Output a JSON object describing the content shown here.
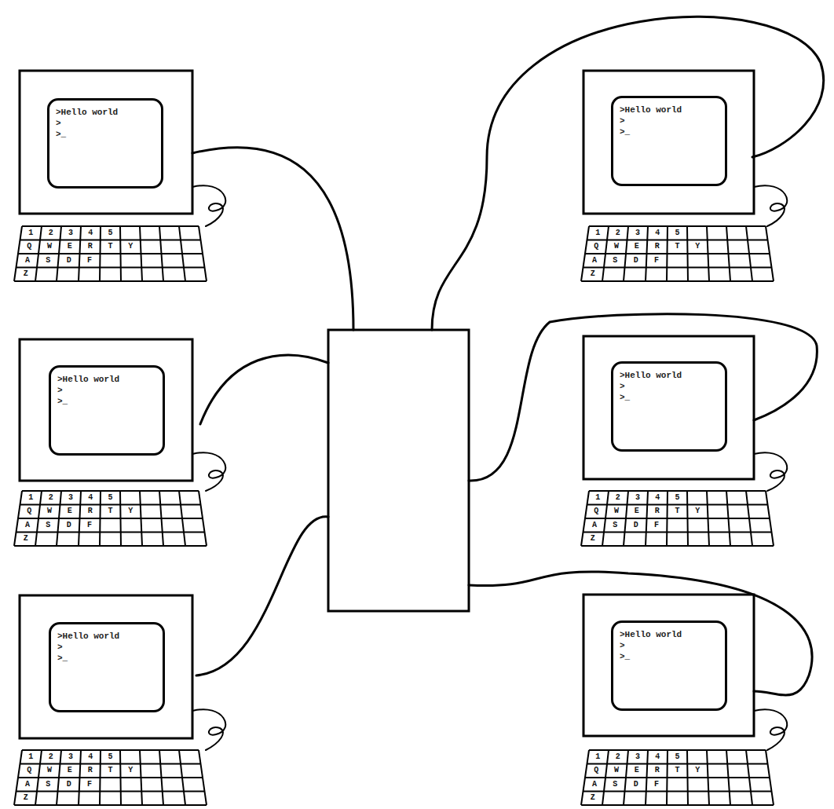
{
  "diagram": {
    "nodes": [
      {
        "text": [
          ">Hello world",
          ">",
          ">_"
        ]
      },
      {
        "text": [
          ">Hello world",
          ">",
          ">_"
        ]
      },
      {
        "text": [
          ">Hello world",
          ">",
          ">_"
        ]
      },
      {
        "text": [
          ">Hello world",
          ">",
          ">_"
        ]
      },
      {
        "text": [
          ">Hello world",
          ">",
          ">_"
        ]
      },
      {
        "text": [
          ">Hello world",
          ">",
          ">_"
        ]
      }
    ],
    "labels": [
      "1",
      "2",
      "3",
      "4",
      "5",
      "Q",
      "W",
      "E",
      "R",
      "T",
      "Y",
      "A",
      "S",
      "D",
      "F",
      "Z",
      "1",
      "2",
      "3",
      "4",
      "5",
      "Q",
      "W",
      "E",
      "R",
      "T",
      "Y",
      "A",
      "S",
      "D",
      "F",
      "Z",
      "1",
      "2",
      "3",
      "4",
      "5",
      "Q",
      "W",
      "E",
      "R",
      "T",
      "Y",
      "A",
      "S",
      "D",
      "F",
      "Z",
      "1",
      "2",
      "3",
      "4",
      "5",
      "Q",
      "W",
      "E",
      "R",
      "T",
      "Y",
      "A",
      "S",
      "D",
      "F",
      "Z",
      "1",
      "2",
      "3",
      "4",
      "5",
      "Q",
      "W",
      "E",
      "R",
      "T",
      "Y",
      "A",
      "S",
      "D",
      "F",
      "Z",
      "1",
      "2",
      "3",
      "4",
      "5",
      "Q",
      "W",
      "E",
      "R",
      "T",
      "Y",
      "A",
      "S",
      "D",
      "F",
      "Z"
    ]
  }
}
